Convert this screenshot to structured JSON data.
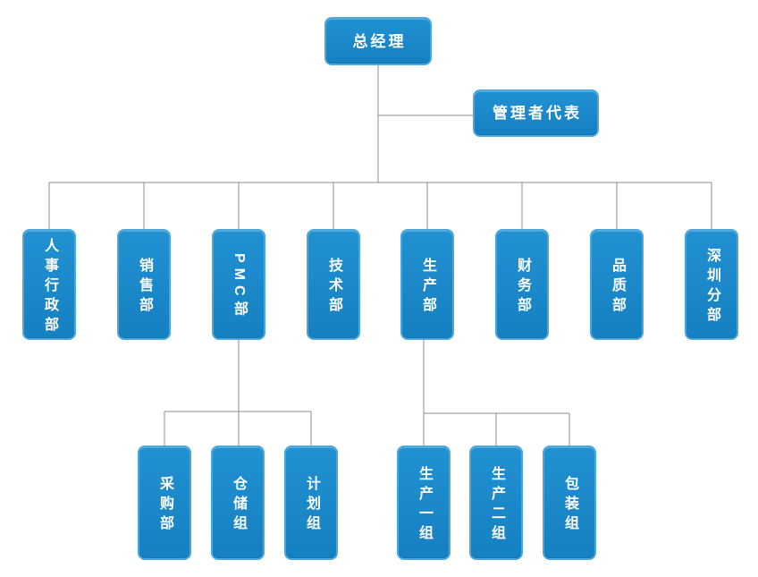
{
  "diagram": {
    "type": "org-chart",
    "colors": {
      "background": "#ffffff",
      "node_fill_top": "#2191d2",
      "node_fill_bottom": "#1580c2",
      "node_border": "#4ea7db",
      "node_text": "#ffffff",
      "connector": "#8c8c8c"
    },
    "nodes": {
      "root": {
        "label": "总经理",
        "parent": null
      },
      "representative": {
        "label": "管理者代表",
        "parent": "总经理"
      },
      "departments": [
        {
          "label": "人事行政部",
          "parent": "总经理"
        },
        {
          "label": "销售部",
          "parent": "总经理"
        },
        {
          "label": "PMC部",
          "parent": "总经理"
        },
        {
          "label": "技术部",
          "parent": "总经理"
        },
        {
          "label": "生产部",
          "parent": "总经理"
        },
        {
          "label": "财务部",
          "parent": "总经理"
        },
        {
          "label": "品质部",
          "parent": "总经理"
        },
        {
          "label": "深圳分部",
          "parent": "总经理"
        }
      ],
      "pmc_children": [
        {
          "label": "采购部",
          "parent": "PMC部"
        },
        {
          "label": "仓储组",
          "parent": "PMC部"
        },
        {
          "label": "计划组",
          "parent": "PMC部"
        }
      ],
      "production_children": [
        {
          "label": "生产一组",
          "parent": "生产部"
        },
        {
          "label": "生产二组",
          "parent": "生产部"
        },
        {
          "label": "包装组",
          "parent": "生产部"
        }
      ]
    }
  }
}
